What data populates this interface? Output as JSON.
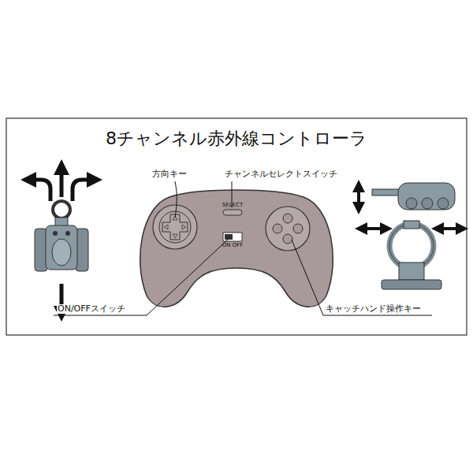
{
  "diagram": {
    "title": "8チャンネル赤外線コントローラ",
    "labels": [
      "方向キー",
      "チャンネルセレクトスイッチ",
      "SELECT",
      "ON OFF",
      "ON/OFFスイッチ",
      "キャッチハンド操作キー"
    ]
  }
}
